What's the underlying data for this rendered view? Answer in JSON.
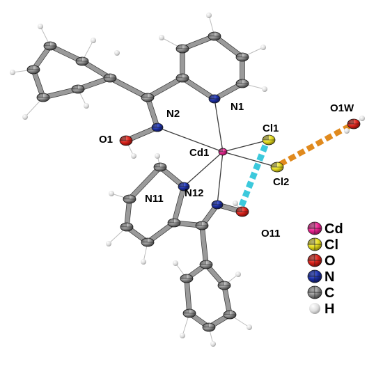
{
  "atom_labels": {
    "n1": "N1",
    "n2": "N2",
    "o1": "O1",
    "cd1": "Cd1",
    "cl1": "Cl1",
    "cl2": "Cl2",
    "o1w": "O1W",
    "n11": "N11",
    "n12": "N12",
    "o11": "O11"
  },
  "legend": [
    {
      "label": "Cd",
      "color": "#e8228e",
      "icon": "cd-ellipsoid-icon"
    },
    {
      "label": "Cl",
      "color": "#e6e02a",
      "icon": "cl-ellipsoid-icon"
    },
    {
      "label": "O",
      "color": "#e02a20",
      "icon": "o-ellipsoid-icon"
    },
    {
      "label": "N",
      "color": "#1c2fa0",
      "icon": "n-ellipsoid-icon"
    },
    {
      "label": "C",
      "color": "#8a8a8a",
      "icon": "c-ellipsoid-icon"
    },
    {
      "label": "H",
      "color": "#d9d9d9",
      "icon": "h-sphere-icon"
    }
  ],
  "interactions": {
    "cl1_o11": {
      "color": "#3cc9dc"
    },
    "cl2_o1w": {
      "color": "#e08a1e"
    }
  }
}
